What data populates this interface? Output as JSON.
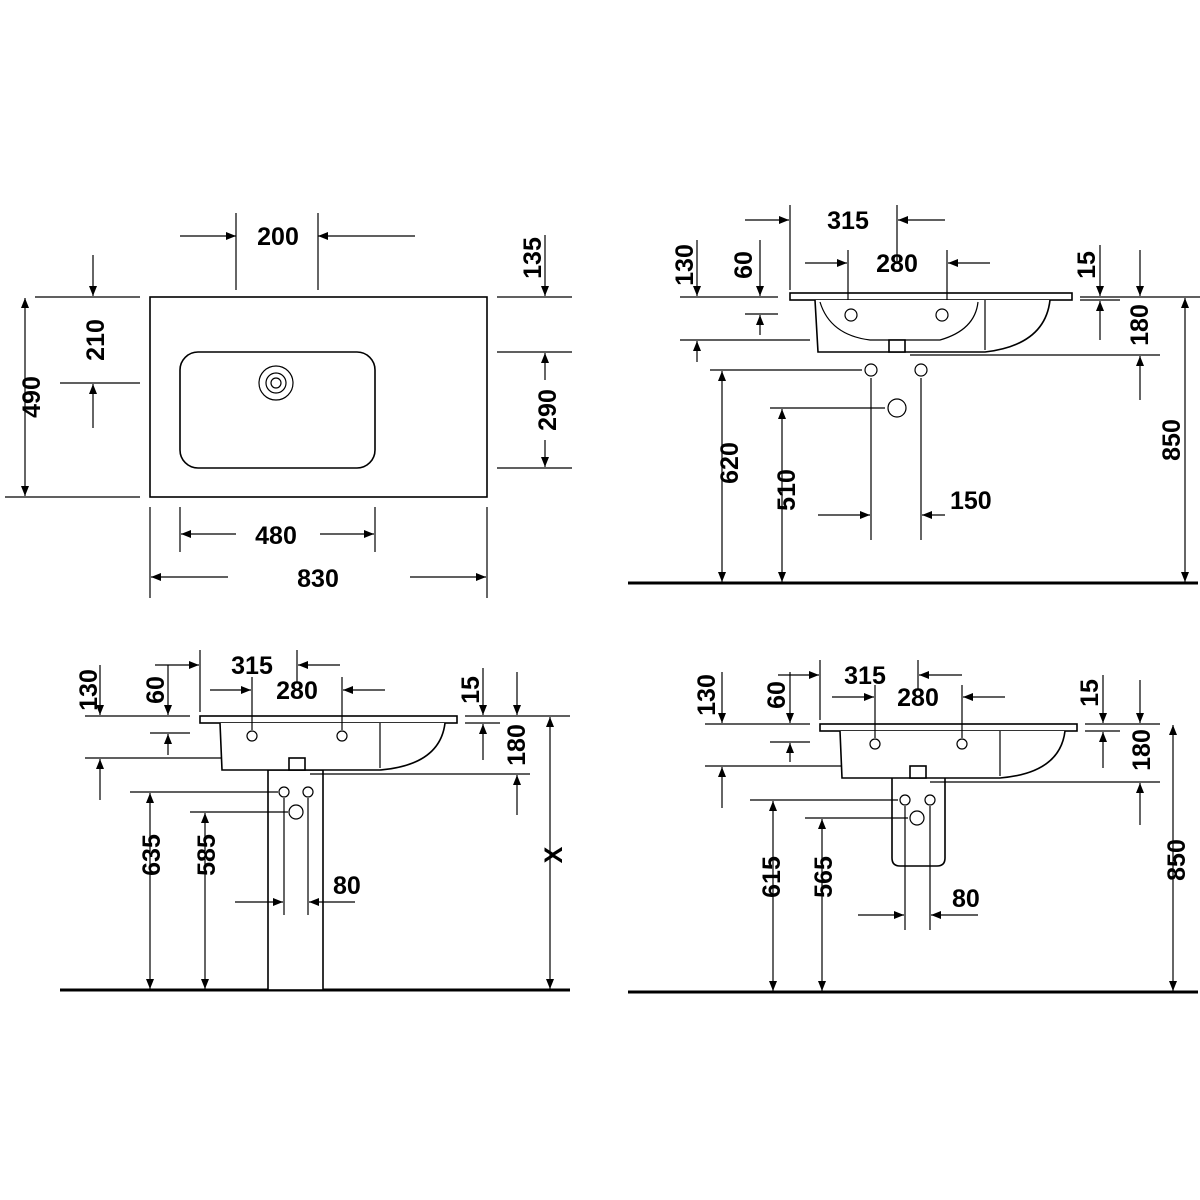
{
  "plan_view": {
    "d200": "200",
    "d135": "135",
    "d210": "210",
    "d490": "490",
    "d290": "290",
    "d480": "480",
    "d830": "830"
  },
  "wall_view": {
    "d315": "315",
    "d280": "280",
    "d130": "130",
    "d60": "60",
    "d15": "15",
    "d180": "180",
    "d850": "850",
    "d620": "620",
    "d510": "510",
    "d150": "150"
  },
  "pedestal_view": {
    "d315": "315",
    "d280": "280",
    "d130": "130",
    "d60": "60",
    "d15": "15",
    "d180": "180",
    "dx": "X",
    "d635": "635",
    "d585": "585",
    "d80": "80"
  },
  "semi_pedestal_view": {
    "d315": "315",
    "d280": "280",
    "d130": "130",
    "d60": "60",
    "d15": "15",
    "d180": "180",
    "d850": "850",
    "d615": "615",
    "d565": "565",
    "d80": "80"
  }
}
